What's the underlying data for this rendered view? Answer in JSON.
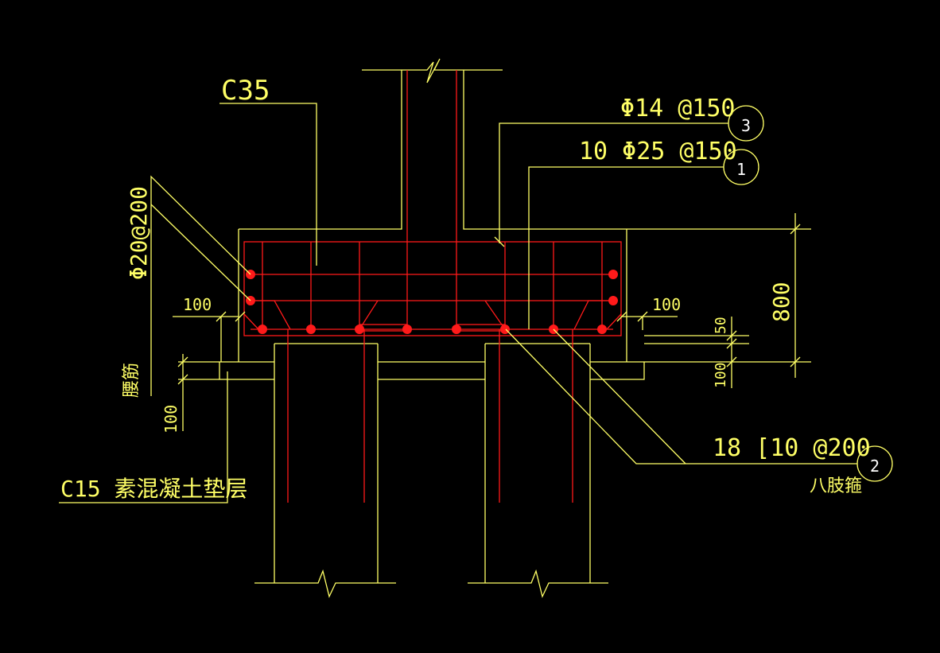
{
  "labels": {
    "concrete_grade": "C35",
    "top_bar": "Φ14 @150",
    "top_bar_tag": "3",
    "bottom_bar": "10 Φ25 @150",
    "bottom_bar_tag": "1",
    "side_bar": "Φ20@200",
    "cover_left": "100",
    "cover_right": "100",
    "height": "800",
    "dim_50": "50",
    "dim_100_right": "100",
    "dim_100_left": "100",
    "side_label": "腰筋",
    "cushion": "C15 素混凝土垫层",
    "stirrup": "18 [10 @200",
    "stirrup_type": "八肢箍",
    "stirrup_tag": "2"
  },
  "colors": {
    "outline": "#ffff66",
    "rebar": "#ff1a1a",
    "tag": "#ffffff"
  }
}
